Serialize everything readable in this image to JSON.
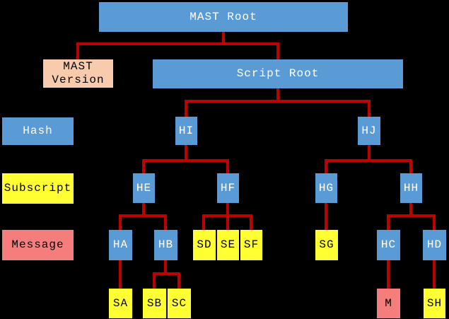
{
  "colors": {
    "background": "#000000",
    "edge": "#c00000",
    "hash": "#5b9bd5",
    "subscript": "#ffff33",
    "message": "#f57e7c",
    "version": "#f8cbad",
    "text_on_hash": "#ffffff",
    "text_on_light": "#000000"
  },
  "legend": {
    "hash": {
      "label": "Hash"
    },
    "subscript": {
      "label": "Subscript"
    },
    "message": {
      "label": "Message"
    }
  },
  "nodes": {
    "mast_root": {
      "label": "MAST Root",
      "type": "hash"
    },
    "mast_version": {
      "label": "MAST Version",
      "type": "version"
    },
    "script_root": {
      "label": "Script Root",
      "type": "hash"
    },
    "hi": {
      "label": "HI",
      "type": "hash"
    },
    "hj": {
      "label": "HJ",
      "type": "hash"
    },
    "he": {
      "label": "HE",
      "type": "hash"
    },
    "hf": {
      "label": "HF",
      "type": "hash"
    },
    "hg": {
      "label": "HG",
      "type": "hash"
    },
    "hh": {
      "label": "HH",
      "type": "hash"
    },
    "ha": {
      "label": "HA",
      "type": "hash"
    },
    "hb": {
      "label": "HB",
      "type": "hash"
    },
    "sd": {
      "label": "SD",
      "type": "subscript"
    },
    "se": {
      "label": "SE",
      "type": "subscript"
    },
    "sf": {
      "label": "SF",
      "type": "subscript"
    },
    "sg": {
      "label": "SG",
      "type": "subscript"
    },
    "hc": {
      "label": "HC",
      "type": "hash"
    },
    "hd": {
      "label": "HD",
      "type": "hash"
    },
    "sa": {
      "label": "SA",
      "type": "subscript"
    },
    "sb": {
      "label": "SB",
      "type": "subscript"
    },
    "sc": {
      "label": "SC",
      "type": "subscript"
    },
    "m": {
      "label": "M",
      "type": "message"
    },
    "sh": {
      "label": "SH",
      "type": "subscript"
    }
  },
  "edges": [
    [
      "mast_root",
      "mast_version"
    ],
    [
      "mast_root",
      "script_root"
    ],
    [
      "script_root",
      "hi"
    ],
    [
      "script_root",
      "hj"
    ],
    [
      "hi",
      "he"
    ],
    [
      "hi",
      "hf"
    ],
    [
      "hj",
      "hg"
    ],
    [
      "hj",
      "hh"
    ],
    [
      "he",
      "ha"
    ],
    [
      "he",
      "hb"
    ],
    [
      "hf",
      "sd"
    ],
    [
      "hf",
      "se"
    ],
    [
      "hf",
      "sf"
    ],
    [
      "hg",
      "sg"
    ],
    [
      "hh",
      "hc"
    ],
    [
      "hh",
      "hd"
    ],
    [
      "ha",
      "sa"
    ],
    [
      "hb",
      "sb"
    ],
    [
      "hb",
      "sc"
    ],
    [
      "hc",
      "m"
    ],
    [
      "hd",
      "sh"
    ]
  ]
}
